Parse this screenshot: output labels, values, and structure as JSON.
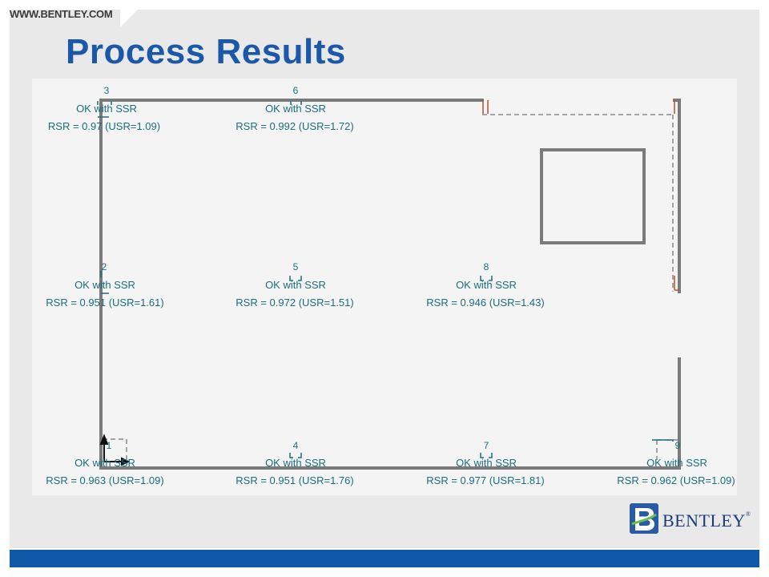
{
  "header": {
    "site_url": "WWW.BENTLEY.COM",
    "title": "Process Results"
  },
  "logo": {
    "text": "BENTLEY",
    "reg": "®"
  },
  "colors": {
    "title": "#1c58a8",
    "wall": "#7a7a7a",
    "label": "#1b6f7d",
    "support": "#b5522b",
    "footer": "#0f5aa8"
  },
  "nodes": [
    {
      "id": "3",
      "status": "OK with SSR",
      "rsr": "RSR = 0.97 (USR=1.09)"
    },
    {
      "id": "6",
      "status": "OK with SSR",
      "rsr": "RSR = 0.992 (USR=1.72)"
    },
    {
      "id": "2",
      "status": "OK with SSR",
      "rsr": "RSR = 0.951 (USR=1.61)"
    },
    {
      "id": "5",
      "status": "OK with SSR",
      "rsr": "RSR = 0.972 (USR=1.51)"
    },
    {
      "id": "8",
      "status": "OK with SSR",
      "rsr": "RSR = 0.946 (USR=1.43)"
    },
    {
      "id": "1",
      "status": "OK with SSR",
      "rsr": "RSR = 0.963 (USR=1.09)"
    },
    {
      "id": "4",
      "status": "OK with SSR",
      "rsr": "RSR = 0.951 (USR=1.76)"
    },
    {
      "id": "7",
      "status": "OK with SSR",
      "rsr": "RSR = 0.977 (USR=1.81)"
    },
    {
      "id": "9",
      "status": "OK with SSR",
      "rsr": "RSR = 0.962 (USR=1.09)"
    }
  ]
}
